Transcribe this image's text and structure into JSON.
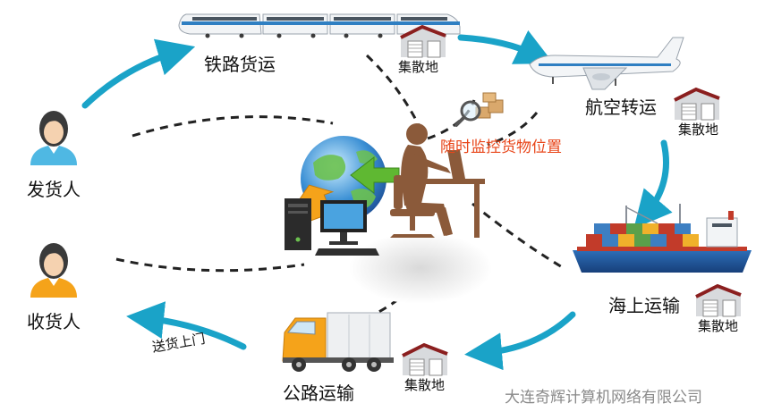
{
  "labels": {
    "sender": "发货人",
    "receiver": "收货人",
    "rail": "铁路货运",
    "air": "航空转运",
    "sea": "海上运输",
    "road": "公路运输",
    "monitor": "随时监控货物位置",
    "delivery": "送货上门",
    "hub": "集散地",
    "company": "大连奇辉计算机网络有限公司"
  },
  "colors": {
    "arrow": "#1aa3c8",
    "accent": "#e8461a",
    "person_sender": "#4fb8e3",
    "person_receiver": "#f5a31a",
    "silhouette": "#8b5a3a"
  }
}
